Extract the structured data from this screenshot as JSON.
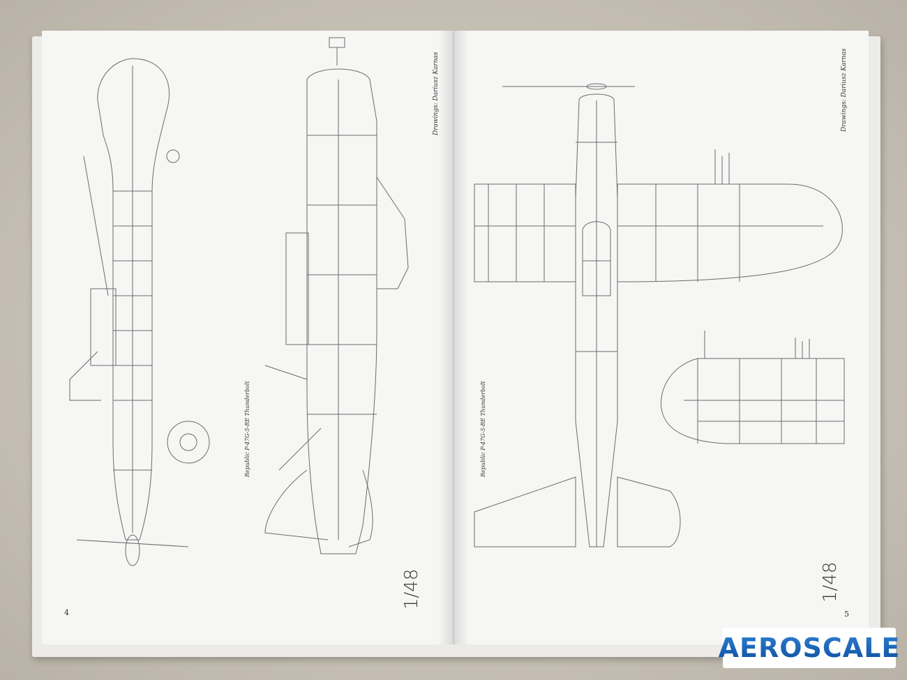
{
  "book": {
    "left_page": {
      "caption": "Republic P-47G-5-RE Thunderbolt",
      "scale": "1/48",
      "page_number": "4",
      "credit": "Drawings: Dariusz Karnas"
    },
    "right_page": {
      "caption": "Republic P-47G-5-RE Thunderbolt",
      "scale": "1/48",
      "page_number": "5",
      "credit": "Drawings: Dariusz Karnas"
    }
  },
  "logo": {
    "text": "AEROSCALE",
    "icon": "propeller-icon"
  },
  "colors": {
    "line": "#6b6b6b",
    "paper": "#f6f6f5",
    "logo_blue": "#1565c0"
  }
}
